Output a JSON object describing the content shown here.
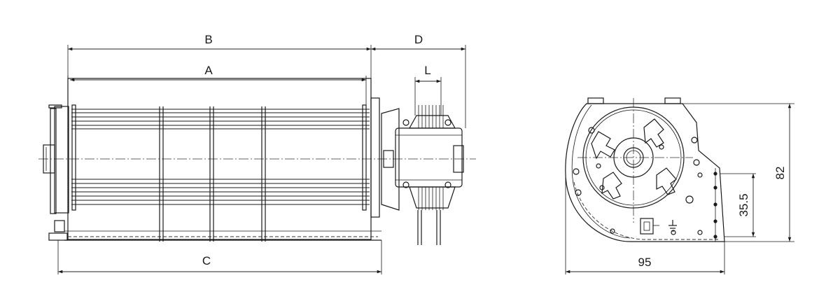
{
  "dimensions": {
    "B": "B",
    "D": "D",
    "A": "A",
    "L": "L",
    "C": "C",
    "width_95": "95",
    "height_82": "82",
    "height_35_5": "35.5"
  }
}
